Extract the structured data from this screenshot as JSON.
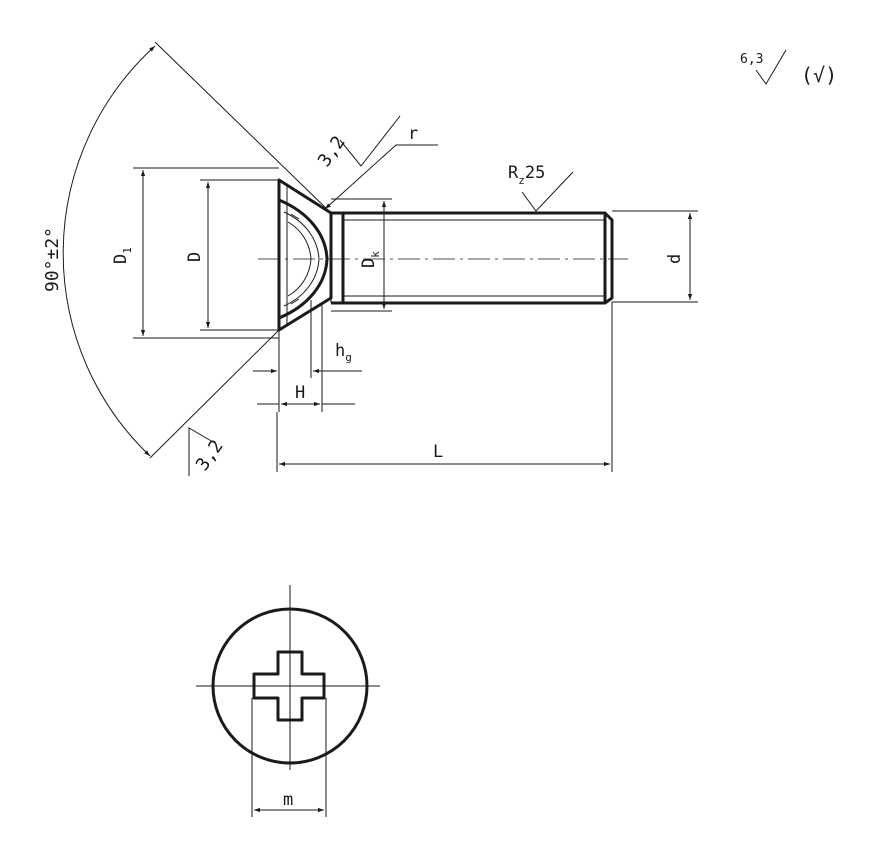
{
  "roughness": {
    "general": "6,3",
    "other": "(√)",
    "head_cone": "3,2",
    "head_face": "3,2",
    "thread": "R",
    "thread_sub": "z",
    "thread_val": "25"
  },
  "dimensions": {
    "angle": "90°±2°",
    "d1": "D",
    "d1_sub": "1",
    "d": "D",
    "dk": "D",
    "dk_sub": "k",
    "thread_d": "d",
    "hg": "h",
    "hg_sub": "g",
    "h": "H",
    "l": "L",
    "r": "r",
    "m": "m"
  }
}
